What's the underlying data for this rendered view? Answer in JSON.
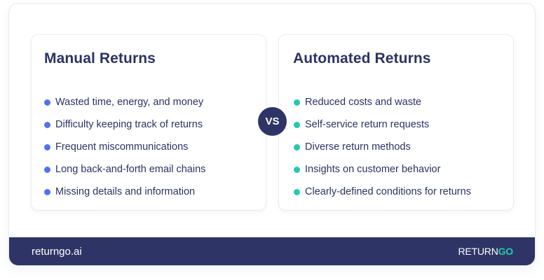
{
  "comparison": {
    "vs_label": "VS",
    "left": {
      "title": "Manual Returns",
      "bullet_color": "#4f73f0",
      "items": [
        "Wasted time, energy, and money",
        "Difficulty keeping track of returns",
        "Frequent miscommunications",
        "Long back-and-forth email chains",
        "Missing details and information"
      ]
    },
    "right": {
      "title": "Automated Returns",
      "bullet_color": "#22c9b0",
      "items": [
        "Reduced costs and waste",
        "Self-service return requests",
        "Diverse return methods",
        "Insights on customer behavior",
        "Clearly-defined conditions for returns"
      ]
    }
  },
  "footer": {
    "url": "returngo.ai",
    "logo_part1": "RETURN",
    "logo_part2": "GO",
    "background": "#2e3566",
    "accent": "#22c9b0"
  }
}
